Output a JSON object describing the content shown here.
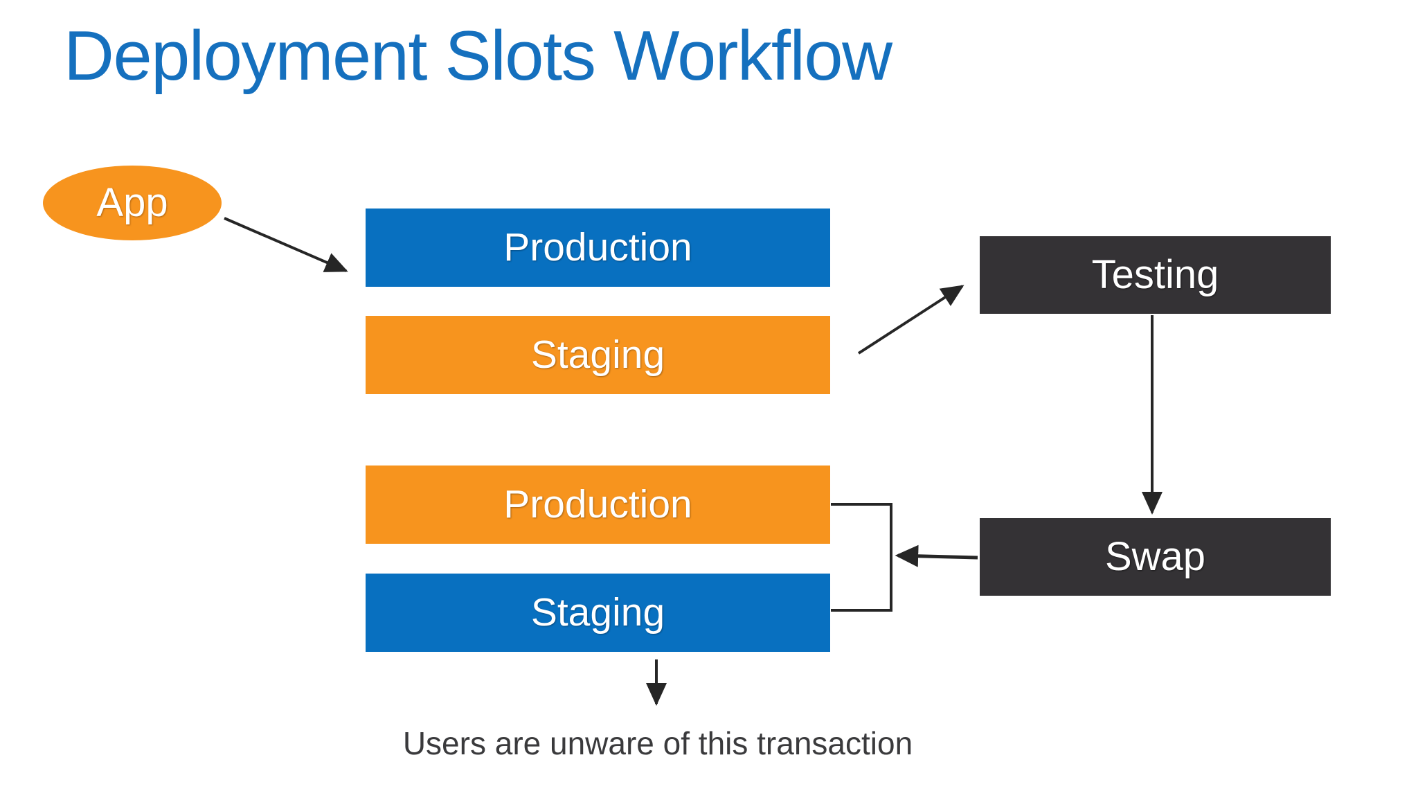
{
  "slide": {
    "title": "Deployment Slots Workflow",
    "background_color": "#ffffff",
    "title_color": "#1570BE"
  },
  "palette": {
    "blue": "#0870C0",
    "orange": "#F7941E",
    "dark": "#343235",
    "title_blue": "#1570BE",
    "line": "#262626",
    "caption_gray": "#3A3A3C"
  },
  "nodes": {
    "app": {
      "label": "App",
      "shape": "ellipse",
      "fill": "#F7941E",
      "text_color": "#ffffff"
    },
    "top_group": {
      "production": {
        "label": "Production",
        "fill": "#0870C0",
        "text_color": "#ffffff"
      },
      "staging": {
        "label": "Staging",
        "fill": "#F7941E",
        "text_color": "#ffffff"
      }
    },
    "bottom_group": {
      "production": {
        "label": "Production",
        "fill": "#F7941E",
        "text_color": "#ffffff"
      },
      "staging": {
        "label": "Staging",
        "fill": "#0870C0",
        "text_color": "#ffffff"
      }
    },
    "testing": {
      "label": "Testing",
      "fill": "#343235",
      "text_color": "#ffffff"
    },
    "swap": {
      "label": "Swap",
      "fill": "#343235",
      "text_color": "#ffffff"
    }
  },
  "connectors": [
    {
      "name": "app-to-staging",
      "from": "App",
      "to": "Staging (top)",
      "style": "straight-arrow"
    },
    {
      "name": "staging-to-testing",
      "from": "Staging (top)",
      "to": "Testing",
      "style": "straight-arrow"
    },
    {
      "name": "testing-to-swap",
      "from": "Testing",
      "to": "Swap",
      "style": "straight-arrow-down"
    },
    {
      "name": "swap-to-slots",
      "from": "Swap",
      "to": "Production/Staging (bottom)",
      "style": "arrow-left-with-bracket"
    },
    {
      "name": "staging-to-caption",
      "from": "Staging (bottom)",
      "to": "caption",
      "style": "straight-arrow-down"
    }
  ],
  "caption": {
    "text": "Users are unware of this transaction"
  }
}
